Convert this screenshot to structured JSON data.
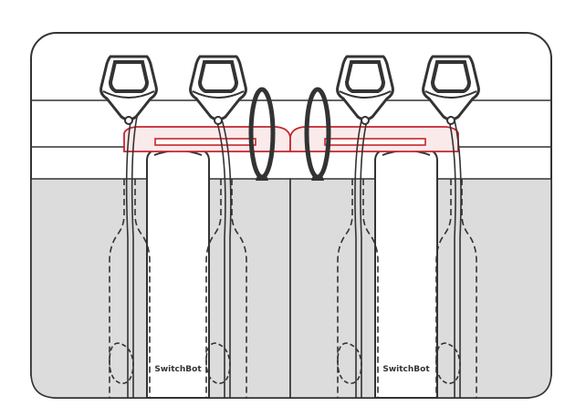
{
  "brand_labels": [
    "SwitchBot",
    "SwitchBot"
  ],
  "colors": {
    "outline": "#333333",
    "panel_fill": "#dcdcdc",
    "highlight": "#c4262e",
    "highlight_fill": "#fbeaea",
    "background": "#ffffff"
  },
  "components": [
    "suction-cup-mount",
    "cable",
    "adhesive-strip",
    "cable-loop",
    "bottle-outline-dashed",
    "device-body"
  ]
}
